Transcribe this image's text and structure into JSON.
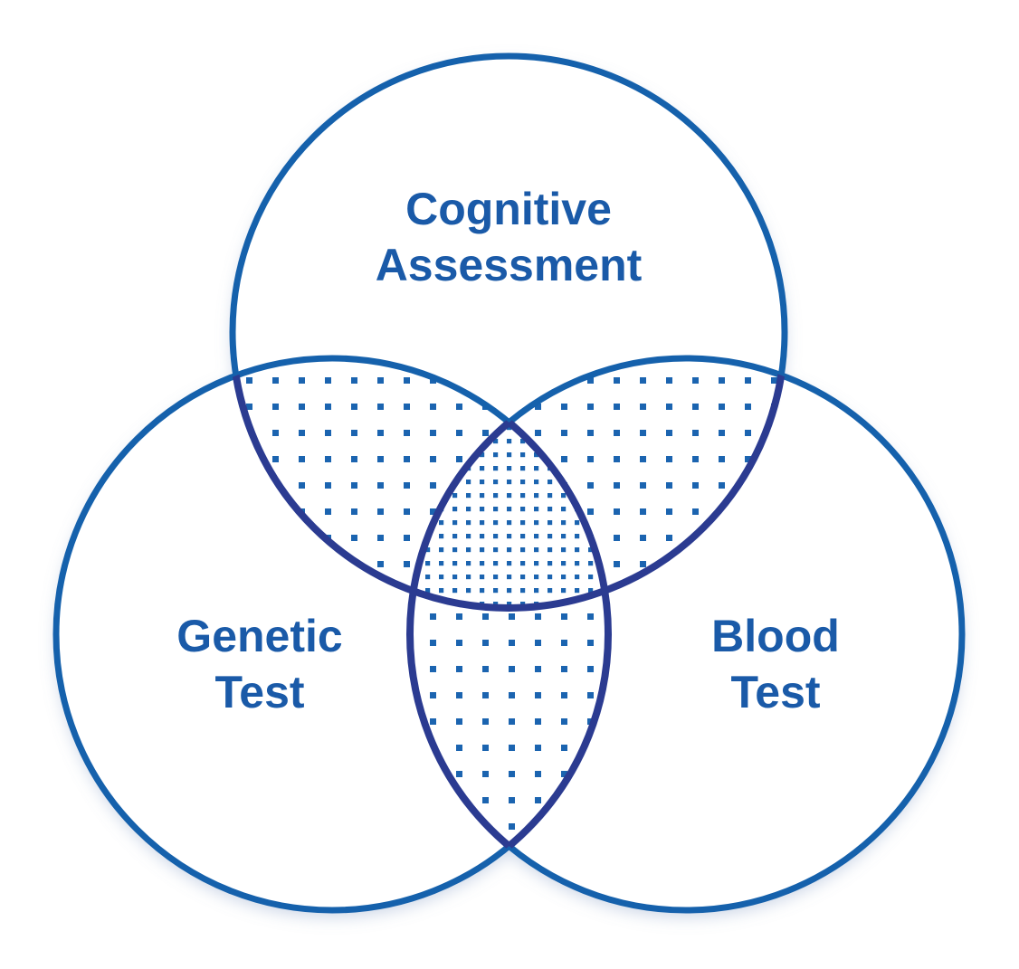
{
  "diagram": {
    "type": "venn-3",
    "sets": {
      "cognitive": {
        "line1": "Cognitive",
        "line2": "Assessment"
      },
      "genetic": {
        "line1": "Genetic",
        "line2": "Test"
      },
      "blood": {
        "line1": "Blood",
        "line2": "Test"
      }
    },
    "overlap_style": {
      "pairwise": "sparse square-dot fill",
      "center": "dense square-dot fill"
    }
  },
  "colors": {
    "circle_stroke": "#1561ac",
    "overlap_arc_stroke": "#2b3b91",
    "dot_fill": "#1b64b0",
    "label_text": "#1a5aa8",
    "shadow": "#7b93bf",
    "background": "#ffffff"
  }
}
